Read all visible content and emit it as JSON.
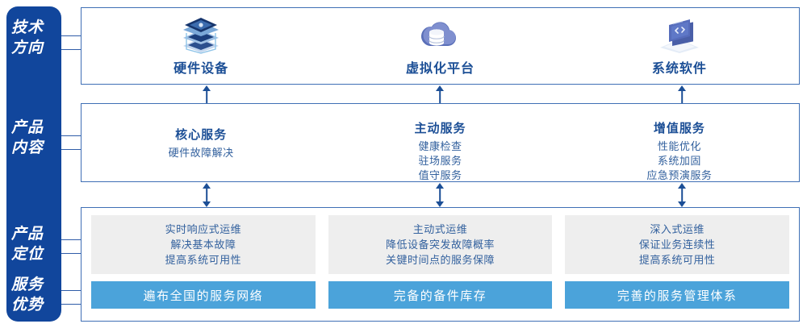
{
  "colors": {
    "rail_bg": "#11469c",
    "panel_border": "#3f6fb5",
    "heading_blue": "#1c4f96",
    "body_blue": "#33619e",
    "gray_box": "#eeeeee",
    "blue_bar": "#4ba3da"
  },
  "rail": {
    "labels": [
      {
        "name": "technology-direction",
        "line1": "技术",
        "line2": "方向"
      },
      {
        "name": "product-content",
        "line1": "产品",
        "line2": "内容"
      },
      {
        "name": "product-positioning",
        "line1": "产品",
        "line2": "定位"
      },
      {
        "name": "service-advantage",
        "line1": "服务",
        "line2": "优势"
      }
    ]
  },
  "technology": {
    "columns": [
      {
        "icon": "server-stack-icon",
        "name": "硬件设备"
      },
      {
        "icon": "cloud-database-icon",
        "name": "虚拟化平台"
      },
      {
        "icon": "laptop-code-icon",
        "name": "系统软件"
      }
    ]
  },
  "product_content": {
    "columns": [
      {
        "title": "核心服务",
        "items": [
          "硬件故障解决"
        ]
      },
      {
        "title": "主动服务",
        "items": [
          "健康检查",
          "驻场服务",
          "值守服务"
        ]
      },
      {
        "title": "增值服务",
        "items": [
          "性能优化",
          "系统加固",
          "应急预演服务"
        ]
      }
    ]
  },
  "product_positioning": {
    "boxes": [
      {
        "lines": [
          "实时响应式运维",
          "解决基本故障",
          "提高系统可用性"
        ]
      },
      {
        "lines": [
          "主动式运维",
          "降低设备突发故障概率",
          "关键时间点的服务保障"
        ]
      },
      {
        "lines": [
          "深入式运维",
          "保证业务连续性",
          "提高系统可用性"
        ]
      }
    ]
  },
  "service_advantage": {
    "bars": [
      "遍布全国的服务网络",
      "完备的备件库存",
      "完善的服务管理体系"
    ]
  }
}
